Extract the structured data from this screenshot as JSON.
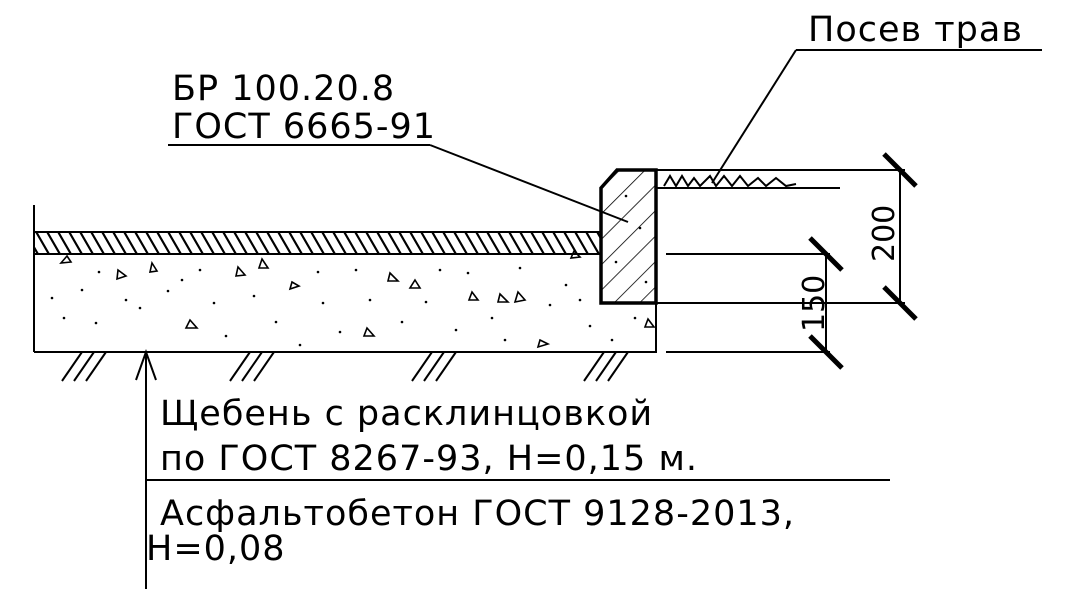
{
  "labels": {
    "curb_mark": "БР 100.20.8",
    "curb_standard": "ГОСТ 6665-91",
    "grass": "Посев трав",
    "gravel_line1": "Щебень с расклинцовкой",
    "gravel_line2": "по ГОСТ 8267-93, H=0,15  м.",
    "asphalt_line1": "Асфальтобетон ГОСТ 9128-2013,",
    "asphalt_line2": "H=0,08"
  },
  "dimensions": {
    "curb_height": "200",
    "base_thickness": "150"
  }
}
